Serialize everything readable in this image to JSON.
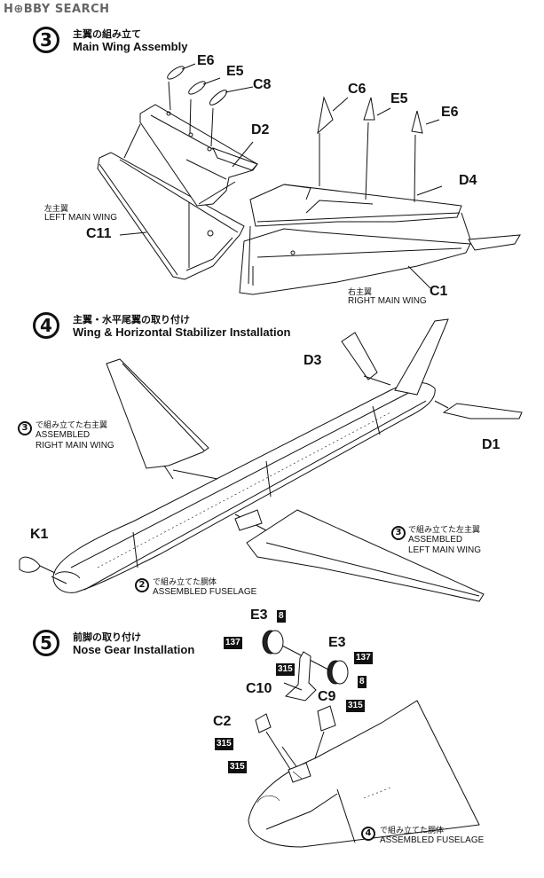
{
  "watermark": "H⊕BBY SEARCH",
  "steps": [
    {
      "number": "3",
      "title_jp": "主翼の組み立て",
      "title_en": "Main Wing Assembly"
    },
    {
      "number": "4",
      "title_jp": "主翼・水平尾翼の取り付け",
      "title_en": "Wing & Horizontal Stabilizer Installation"
    },
    {
      "number": "5",
      "title_jp": "前脚の取り付け",
      "title_en": "Nose Gear Installation"
    }
  ],
  "step3": {
    "left_labels": [
      "E6",
      "E5",
      "C8",
      "D2",
      "C11"
    ],
    "right_labels": [
      "C6",
      "E5",
      "E6",
      "D4",
      "C1"
    ],
    "left_wing_jp": "左主翼",
    "left_wing_en": "LEFT MAIN WING",
    "right_wing_jp": "右主翼",
    "right_wing_en": "RIGHT MAIN WING"
  },
  "step4": {
    "labels": [
      "D3",
      "D1",
      "K1"
    ],
    "ref_right": {
      "num": "3",
      "jp": "で組み立てた右主翼",
      "en1": "ASSEMBLED",
      "en2": "RIGHT MAIN WING"
    },
    "ref_left": {
      "num": "3",
      "jp": "で組み立てた左主翼",
      "en1": "ASSEMBLED",
      "en2": "LEFT MAIN WING"
    },
    "ref_fuselage": {
      "num": "2",
      "jp": "で組み立てた胴体",
      "en": "ASSEMBLED FUSELAGE"
    }
  },
  "step5": {
    "labels": [
      "E3",
      "E3",
      "C10",
      "C2",
      "C9"
    ],
    "paints": [
      "8",
      "137",
      "315",
      "137",
      "8",
      "315",
      "315",
      "315"
    ],
    "ref_fuselage": {
      "num": "4",
      "jp": "で組み立てた胴体",
      "en": "ASSEMBLED FUSELAGE"
    }
  }
}
